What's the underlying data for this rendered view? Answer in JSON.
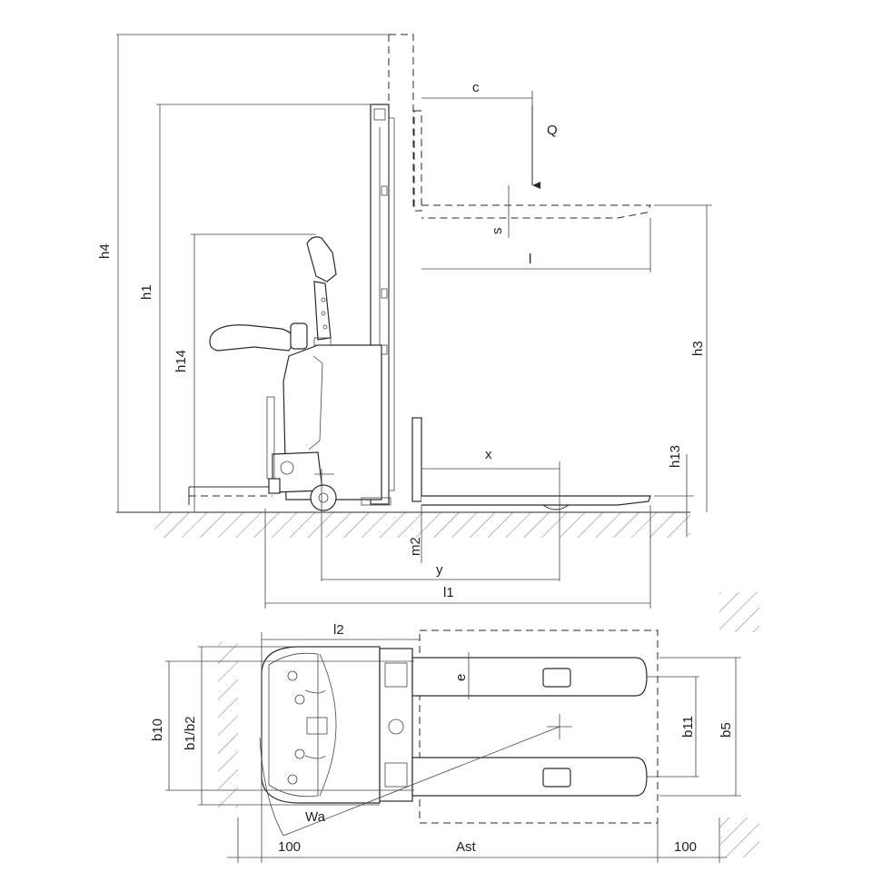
{
  "side_view": {
    "labels": {
      "h4": "h4",
      "h1": "h1",
      "h14": "h14",
      "h3": "h3",
      "h13": "h13",
      "c": "c",
      "Q": "Q",
      "s": "s",
      "l": "l",
      "x": "x",
      "m2": "m2",
      "y": "y",
      "l1": "l1"
    }
  },
  "top_view": {
    "labels": {
      "l2": "l2",
      "e": "e",
      "b10": "b10",
      "b1b2": "b1/b2",
      "b11": "b11",
      "b5": "b5",
      "Wa": "Wa",
      "clearance_left": "100",
      "Ast": "Ast",
      "clearance_right": "100"
    }
  }
}
